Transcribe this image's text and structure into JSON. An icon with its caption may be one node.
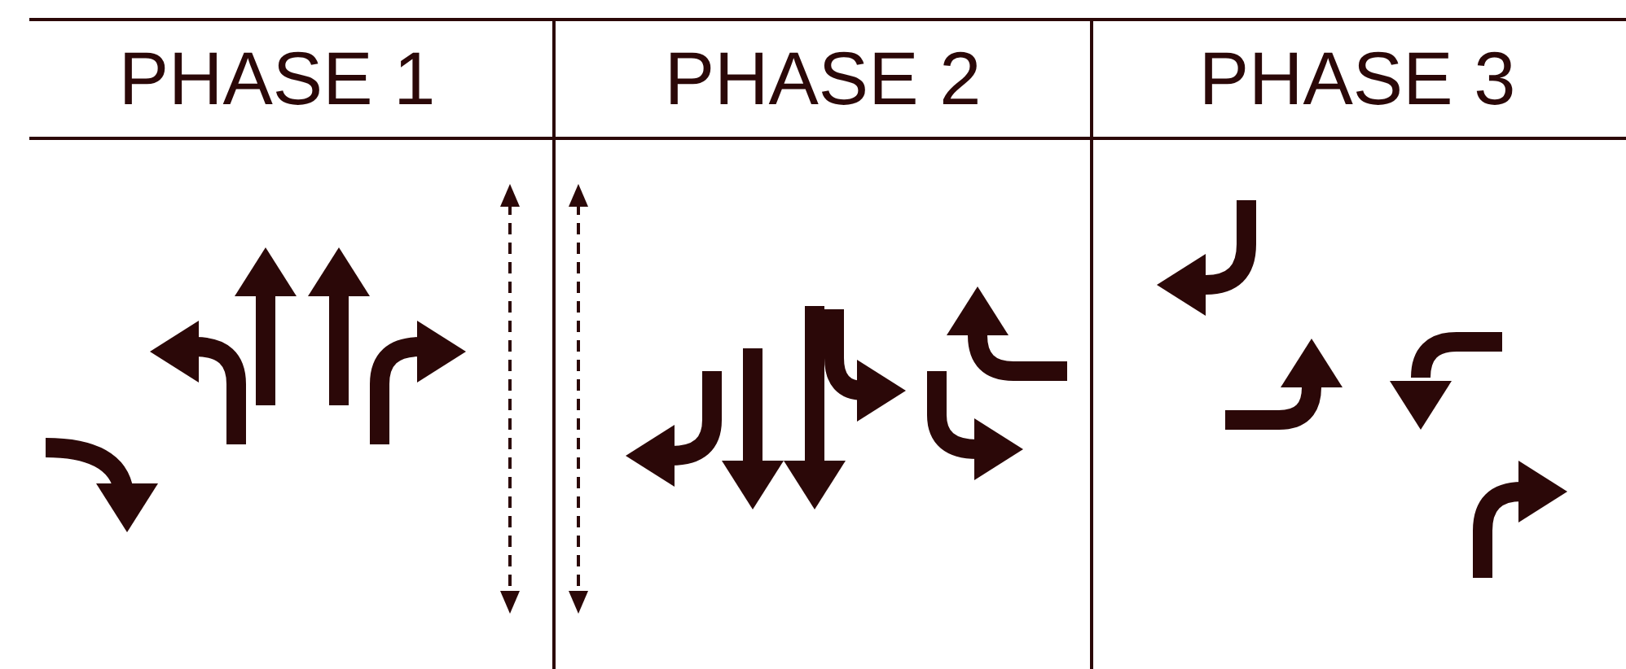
{
  "diagram": {
    "labels": [
      "PHASE 1",
      "PHASE 2",
      "PHASE 3"
    ]
  }
}
